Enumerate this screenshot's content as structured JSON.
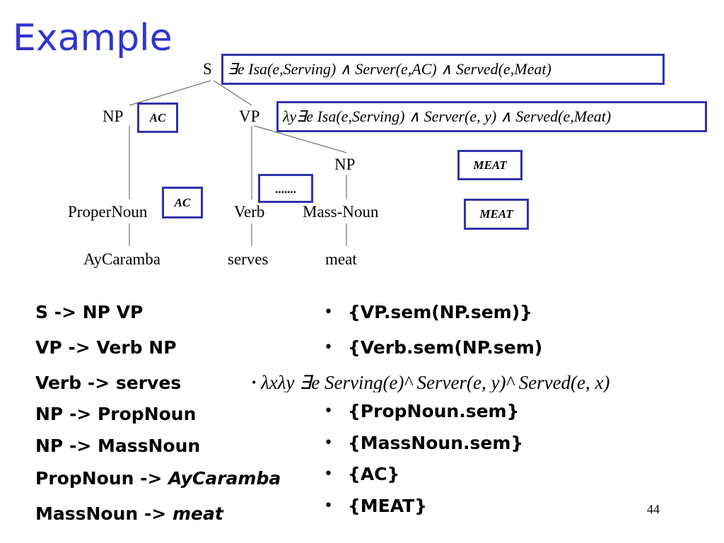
{
  "slide": {
    "title": "Example",
    "page_number": "44"
  },
  "tree": {
    "nodes": {
      "s": "S",
      "np": "NP",
      "vp": "VP",
      "np2": "NP",
      "proper_noun": "ProperNoun",
      "verb": "Verb",
      "mass_noun": "Mass-Noun",
      "aycaramba": "AyCaramba",
      "serves": "serves",
      "meat": "meat"
    },
    "boxes": {
      "s_sem": "∃e Isa(e,Serving) ∧ Server(e,AC) ∧ Served(e,Meat)",
      "np_sem": "AC",
      "vp_sem": "λy∃e Isa(e,Serving) ∧ Server(e, y) ∧ Served(e,Meat)",
      "np2_sem": "MEAT",
      "verb_sem": ".......",
      "proper_noun_sem": "AC",
      "mass_noun_sem": "MEAT"
    }
  },
  "rules": [
    {
      "text": "S -> NP VP"
    },
    {
      "text": "VP -> Verb NP"
    },
    {
      "text": "Verb -> serves"
    },
    {
      "text": "NP -> PropNoun"
    },
    {
      "text": "NP -> MassNoun"
    },
    {
      "prefix": "PropNoun -> ",
      "emph": "AyCaramba"
    },
    {
      "prefix": "MassNoun -> ",
      "emph": "meat"
    }
  ],
  "semantics": [
    {
      "text": "{VP.sem(NP.sem)}"
    },
    {
      "text": "{Verb.sem(NP.sem)"
    },
    {
      "text": "{PropNoun.sem}"
    },
    {
      "text": "{MassNoun.sem}"
    },
    {
      "text": "{AC}"
    },
    {
      "text": "{MEAT}"
    }
  ],
  "verb_lambda": "λxλy ∃e Serving(e)^ Server(e, y)^ Served(e, x)",
  "bullet_symbol": "•",
  "colors": {
    "title": "#3333cc",
    "box_border": "#3333aa"
  }
}
